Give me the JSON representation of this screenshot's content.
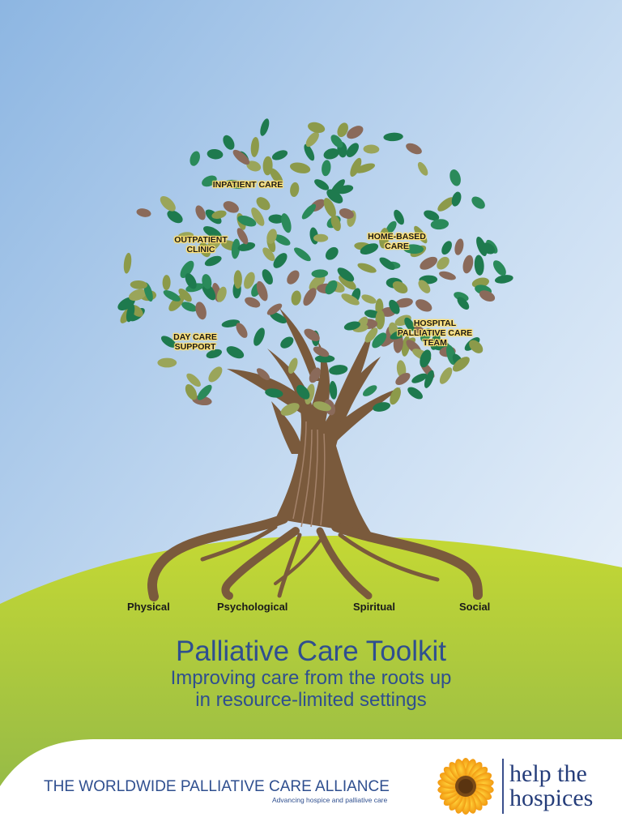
{
  "tree_labels": {
    "inpatient": "INPATIENT CARE",
    "outpatient": "OUTPATIENT CLINIC",
    "day_care": "DAY CARE SUPPORT",
    "home_based": "HOME-BASED CARE",
    "hospital": "HOSPITAL PALLIATIVE CARE TEAM"
  },
  "roots": {
    "physical": "Physical",
    "psychological": "Psychological",
    "spiritual": "Spiritual",
    "social": "Social"
  },
  "title": "Palliative Care Toolkit",
  "subtitle_line1": "Improving care from the roots up",
  "subtitle_line2": "in resource-limited settings",
  "footer": {
    "organization": "THE WORLDWIDE PALLIATIVE CARE ALLIANCE",
    "tagline": "Advancing hospice and palliative care",
    "brand_line1": "help the",
    "brand_line2": "hospices"
  },
  "colors": {
    "sky_top": "#8fb8e4",
    "sky_bottom": "#eef4fb",
    "hill": "#a7c83a",
    "trunk": "#7a5a3c",
    "brand_blue": "#2f4f8f",
    "leaf_dark": "#1e7a4e",
    "leaf_olive": "#8c9a4a",
    "leaf_brown": "#8a6a5a"
  },
  "icons": {
    "sunflower": "sunflower-logo"
  }
}
